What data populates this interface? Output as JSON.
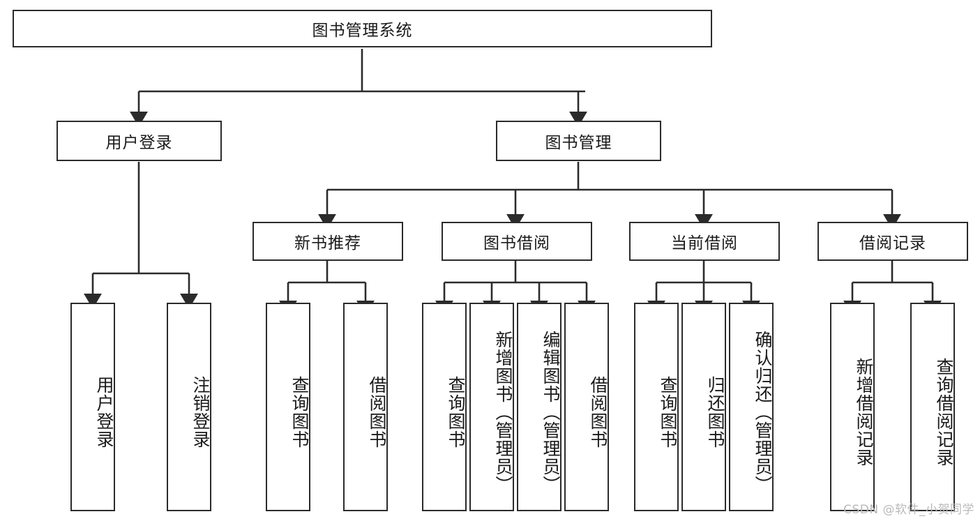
{
  "diagram": {
    "title": "图书管理系统",
    "type": "tree-hierarchy",
    "watermark": "CSDN @软件_小贺同学",
    "colors": {
      "border": "#2b2b2b",
      "background": "#ffffff",
      "text": "#1a1a1a",
      "edge": "#2b2b2b",
      "watermark": "#b9b9b9"
    },
    "nodes": {
      "root": {
        "label": "图书管理系统",
        "orientation": "horizontal",
        "level": 1
      },
      "l2_0": {
        "label": "用户登录",
        "orientation": "horizontal",
        "level": 2
      },
      "l2_1": {
        "label": "图书管理",
        "orientation": "horizontal",
        "level": 2
      },
      "l3_0": {
        "label": "新书推荐",
        "orientation": "horizontal",
        "level": 3
      },
      "l3_1": {
        "label": "图书借阅",
        "orientation": "horizontal",
        "level": 3
      },
      "l3_2": {
        "label": "当前借阅",
        "orientation": "horizontal",
        "level": 3
      },
      "l3_3": {
        "label": "借阅记录",
        "orientation": "horizontal",
        "level": 3
      },
      "leaf_0": {
        "label": "用户登录",
        "orientation": "vertical",
        "level": 4,
        "parent": "用户登录"
      },
      "leaf_1": {
        "label": "注销登录",
        "orientation": "vertical",
        "level": 4,
        "parent": "用户登录"
      },
      "leaf_2": {
        "label": "查询图书",
        "orientation": "vertical",
        "level": 4,
        "parent": "新书推荐"
      },
      "leaf_3": {
        "label": "借阅图书",
        "orientation": "vertical",
        "level": 4,
        "parent": "新书推荐"
      },
      "leaf_4": {
        "label": "查询图书",
        "orientation": "vertical",
        "level": 4,
        "parent": "图书借阅"
      },
      "leaf_5": {
        "label": "新增图书（管理员）",
        "orientation": "vertical",
        "level": 4,
        "parent": "图书借阅"
      },
      "leaf_6": {
        "label": "编辑图书（管理员）",
        "orientation": "vertical",
        "level": 4,
        "parent": "图书借阅"
      },
      "leaf_7": {
        "label": "借阅图书",
        "orientation": "vertical",
        "level": 4,
        "parent": "图书借阅"
      },
      "leaf_8": {
        "label": "查询图书",
        "orientation": "vertical",
        "level": 4,
        "parent": "当前借阅"
      },
      "leaf_9": {
        "label": "归还图书",
        "orientation": "vertical",
        "level": 4,
        "parent": "当前借阅"
      },
      "leaf_10": {
        "label": "确认归还（管理员）",
        "orientation": "vertical",
        "level": 4,
        "parent": "当前借阅"
      },
      "leaf_11": {
        "label": "新增借阅记录",
        "orientation": "vertical",
        "level": 4,
        "parent": "借阅记录"
      },
      "leaf_12": {
        "label": "查询借阅记录",
        "orientation": "vertical",
        "level": 4,
        "parent": "借阅记录"
      }
    }
  }
}
